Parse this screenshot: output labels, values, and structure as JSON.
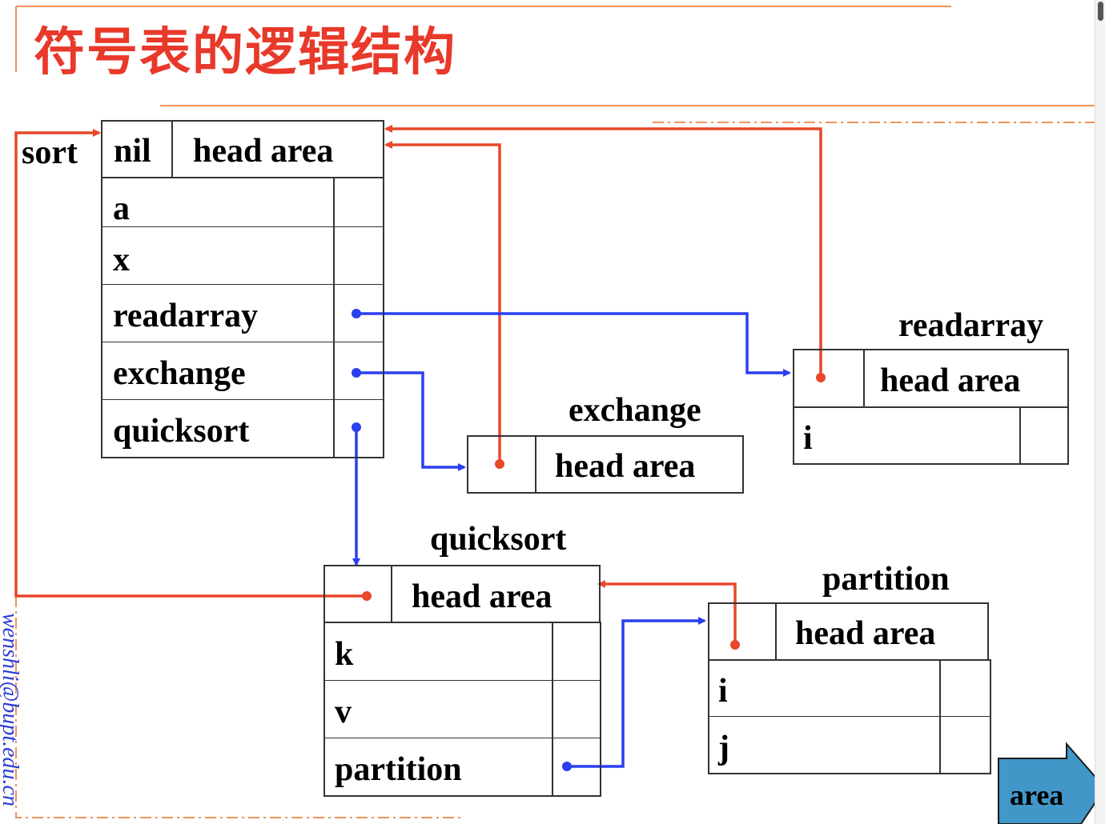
{
  "slide": {
    "title": "符号表的逻辑结构",
    "watermark": "wenshli@bupt.edu.cn"
  },
  "colors": {
    "pointer_red": "#e8472a",
    "pointer_blue": "#2a3ff0",
    "frame_orange": "#f0925a",
    "area_arrow_fill": "#4197c8"
  },
  "tables": {
    "sort": {
      "name": "sort",
      "nil": "nil",
      "head": "head area",
      "rows": [
        "a",
        "x",
        "readarray",
        "exchange",
        "quicksort"
      ]
    },
    "readarray": {
      "name": "readarray",
      "head": "head area",
      "rows": [
        "i"
      ]
    },
    "exchange": {
      "name": "exchange",
      "head": "head area",
      "rows": []
    },
    "quicksort": {
      "name": "quicksort",
      "head": "head area",
      "rows": [
        "k",
        "v",
        "partition"
      ]
    },
    "partition": {
      "name": "partition",
      "head": "head area",
      "rows": [
        "i",
        "j"
      ]
    }
  },
  "area_button": {
    "label": "area"
  }
}
